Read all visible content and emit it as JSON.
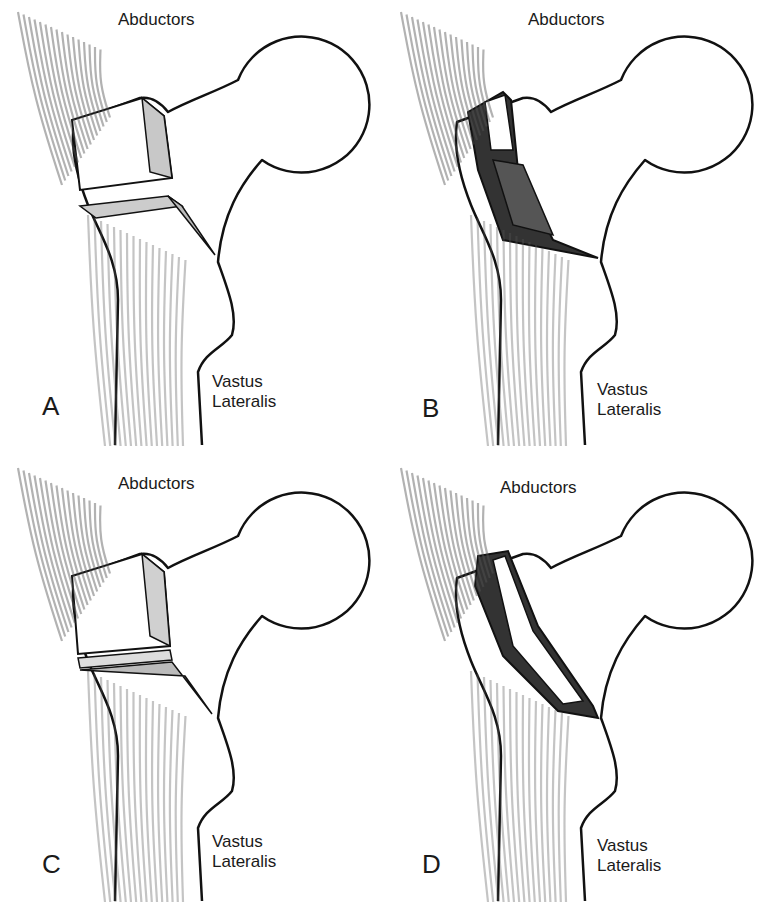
{
  "diagram": {
    "labels": [
      "Abductors",
      "Vastus Lateralis",
      "A",
      "Abductors",
      "Vastus Lateralis",
      "B",
      "Abductors",
      "Vastus Lateralis",
      "C",
      "Abductors",
      "Vastus Lateralis",
      "D"
    ]
  }
}
